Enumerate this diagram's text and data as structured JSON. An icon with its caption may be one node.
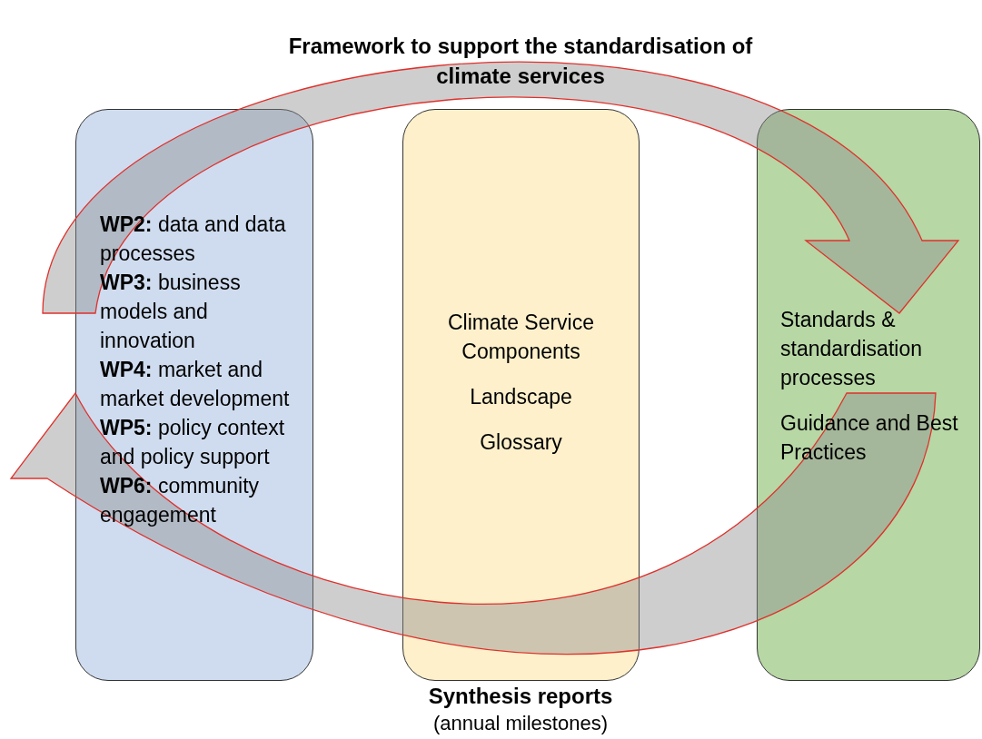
{
  "diagram": {
    "title": "Framework to support the standardisation of climate services",
    "nodes": [
      {
        "text": [
          "**WP2:** data and data processes",
          "**WP3:** business models and innovation",
          "**WP4:** market and market development",
          "**WP5:** policy context and policy support",
          "**WP6:** community engagement"
        ]
      },
      {
        "text": [
          "Climate Service Components",
          "Landscape",
          "Glossary"
        ]
      },
      {
        "text": [
          "Standards & standardisation processes",
          "Guidance and Best Practices"
        ]
      }
    ],
    "edges": [
      {
        "from": 0,
        "to": 2,
        "arrow": "to"
      },
      {
        "from": 2,
        "to": 0,
        "arrow": "to"
      }
    ],
    "labels": [
      "Synthesis reports",
      "(annual milestones)"
    ]
  }
}
